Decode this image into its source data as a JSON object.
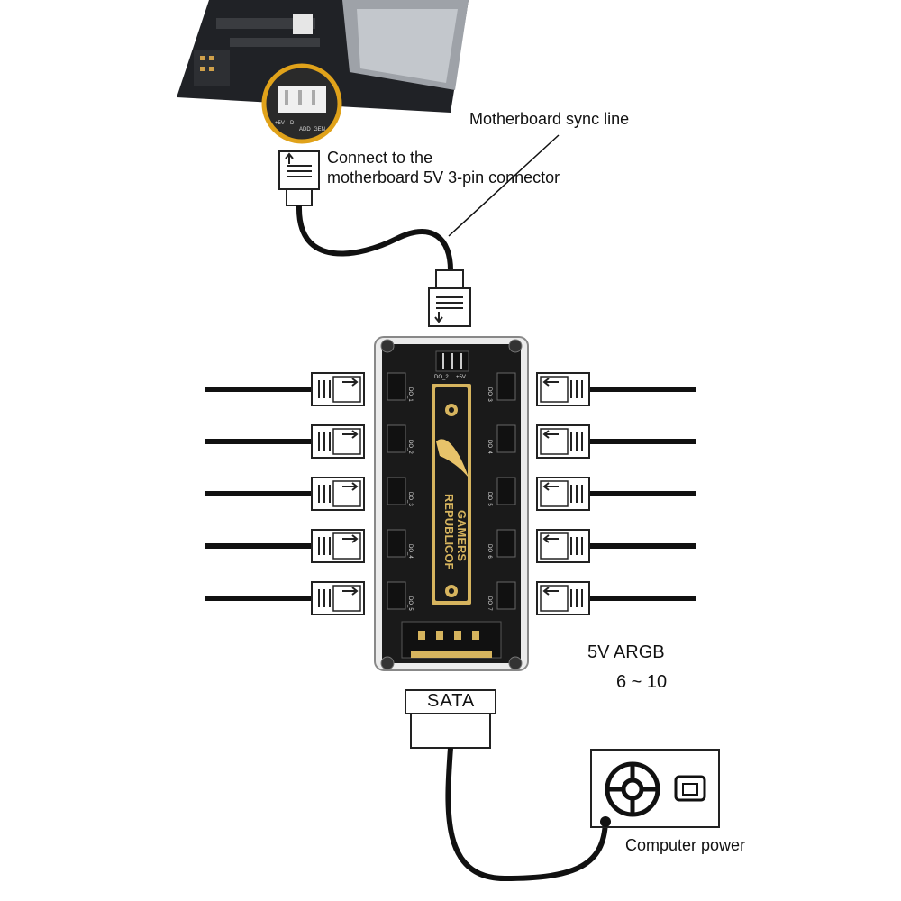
{
  "labels": {
    "sync_line": "Motherboard sync line",
    "connect_line1": "Connect to the",
    "connect_line2": "motherboard 5V 3-pin connector",
    "argb_line1": "5V ARGB",
    "argb_line2": "6 ~ 10",
    "sata": "SATA",
    "power": "Computer power"
  },
  "board": {
    "brand_line1": "REPUBLICOF",
    "brand_line2": "GAMERS",
    "header_pins": [
      "DO_2",
      "+5V"
    ],
    "left_ports": [
      "DO_1",
      "DO_2",
      "DO_3",
      "DO_4",
      "DO_5"
    ],
    "right_ports": [
      "DO_3",
      "DO_4",
      "DO_5",
      "DO_6",
      "DO_7"
    ],
    "pin_label": "+5V"
  },
  "motherboard_header": {
    "pins": [
      "+5V",
      "D",
      "ADD_GEN"
    ]
  },
  "colors": {
    "board": "#1a1a1a",
    "gold": "#d6b45e",
    "cable": "#111111",
    "motherboard_highlight": "#e0a21a"
  },
  "icons": [
    "arrow-up-icon",
    "arrow-down-icon",
    "arrow-right-icon",
    "arrow-left-icon",
    "power-socket-icon",
    "fan-icon"
  ]
}
